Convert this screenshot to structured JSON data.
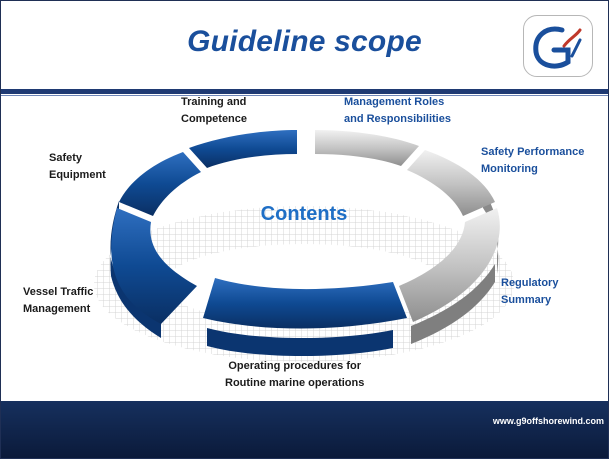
{
  "slide": {
    "title": "Guideline scope",
    "center_label": "Contents",
    "footer_url": "www.g9offshorewind.com"
  },
  "segments": [
    {
      "label": "Training and\nCompetence",
      "color": "#0f4a93"
    },
    {
      "label": "Management Roles\nand Responsibilities",
      "color": "#c9c9c9"
    },
    {
      "label": "Safety Performance\nMonitoring",
      "color": "#bdbdbd"
    },
    {
      "label": "Regulatory\nSummary",
      "color": "#b0b0b0"
    },
    {
      "label": "Operating procedures for\nRoutine marine operations",
      "color": "#0f4a93"
    },
    {
      "label": "Vessel Traffic\nManagement",
      "color": "#0f4a93"
    },
    {
      "label": "Safety\nEquipment",
      "color": "#0f4a93"
    }
  ],
  "colors": {
    "accent_blue": "#1a4f9c",
    "ring_blue": "#0f4a93",
    "ring_gray": "#bdbdbd",
    "footer": "#16305e"
  },
  "logo": {
    "text": "G9"
  }
}
